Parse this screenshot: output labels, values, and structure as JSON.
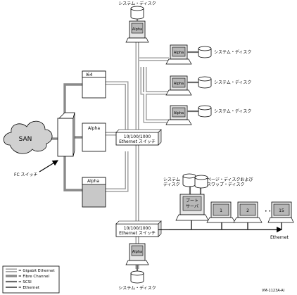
{
  "labels": {
    "system_disk": "システム・ディスク",
    "alpha": "Alpha",
    "i64": "I64",
    "san": "SAN",
    "fc_switch": "FC スイッチ",
    "switch_line1": "10/100/1000",
    "switch_line2": "Ethernet スイッチ",
    "sys_disk_line1": "システム",
    "sys_disk_line2": "ディスク",
    "page_disk_line1": "ページ・ディスクおよび",
    "page_disk_line2": "スワップ・ディスク",
    "boot_line1": "ブート",
    "boot_line2": "サーバ",
    "sat1": "1",
    "sat2": "2",
    "dots": "• • •",
    "sat15": "15",
    "ethernet": "Ethernet",
    "code": "VM-1123A-AI"
  },
  "legend": {
    "gigabit": "= Gigabit Ethernet",
    "fibre": "= Fibre Channel",
    "scsi": "= SCSI",
    "ethernet": "= Ethernet"
  }
}
